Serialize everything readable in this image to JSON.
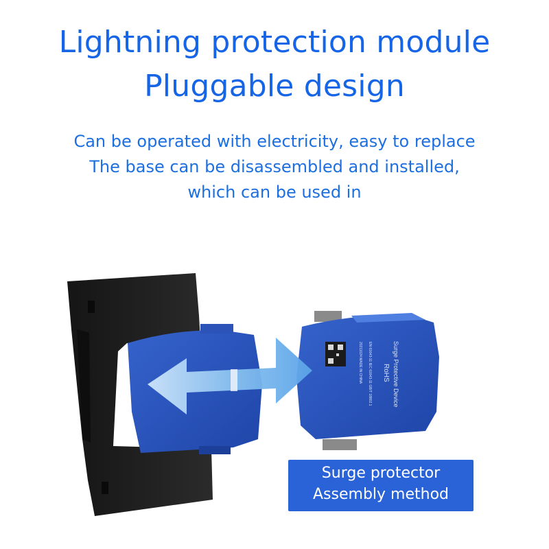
{
  "headline": {
    "line1": "Lightning protection module",
    "line2": "Pluggable design"
  },
  "description": {
    "line1": "Can be operated with electricity, easy to replace",
    "line2": "The base can be disassembled and installed,",
    "line3": "which can be used in"
  },
  "product_label": {
    "brand_text": "Surge Protective Device",
    "mark": "RoHS",
    "line_a": "EN 61643-11  IEC 61643-11  GB/T 18802.1",
    "line_b": "20211024 MADE IN CHINA"
  },
  "caption": {
    "line1": "Surge protector",
    "line2": "Assembly method"
  },
  "colors": {
    "headline": "#1565e6",
    "description": "#1d6fe0",
    "module_blue": "#2750b8",
    "base_black": "#1e1e1e",
    "arrow": "#7fb9ee",
    "caption_bg": "#2a63d8"
  }
}
